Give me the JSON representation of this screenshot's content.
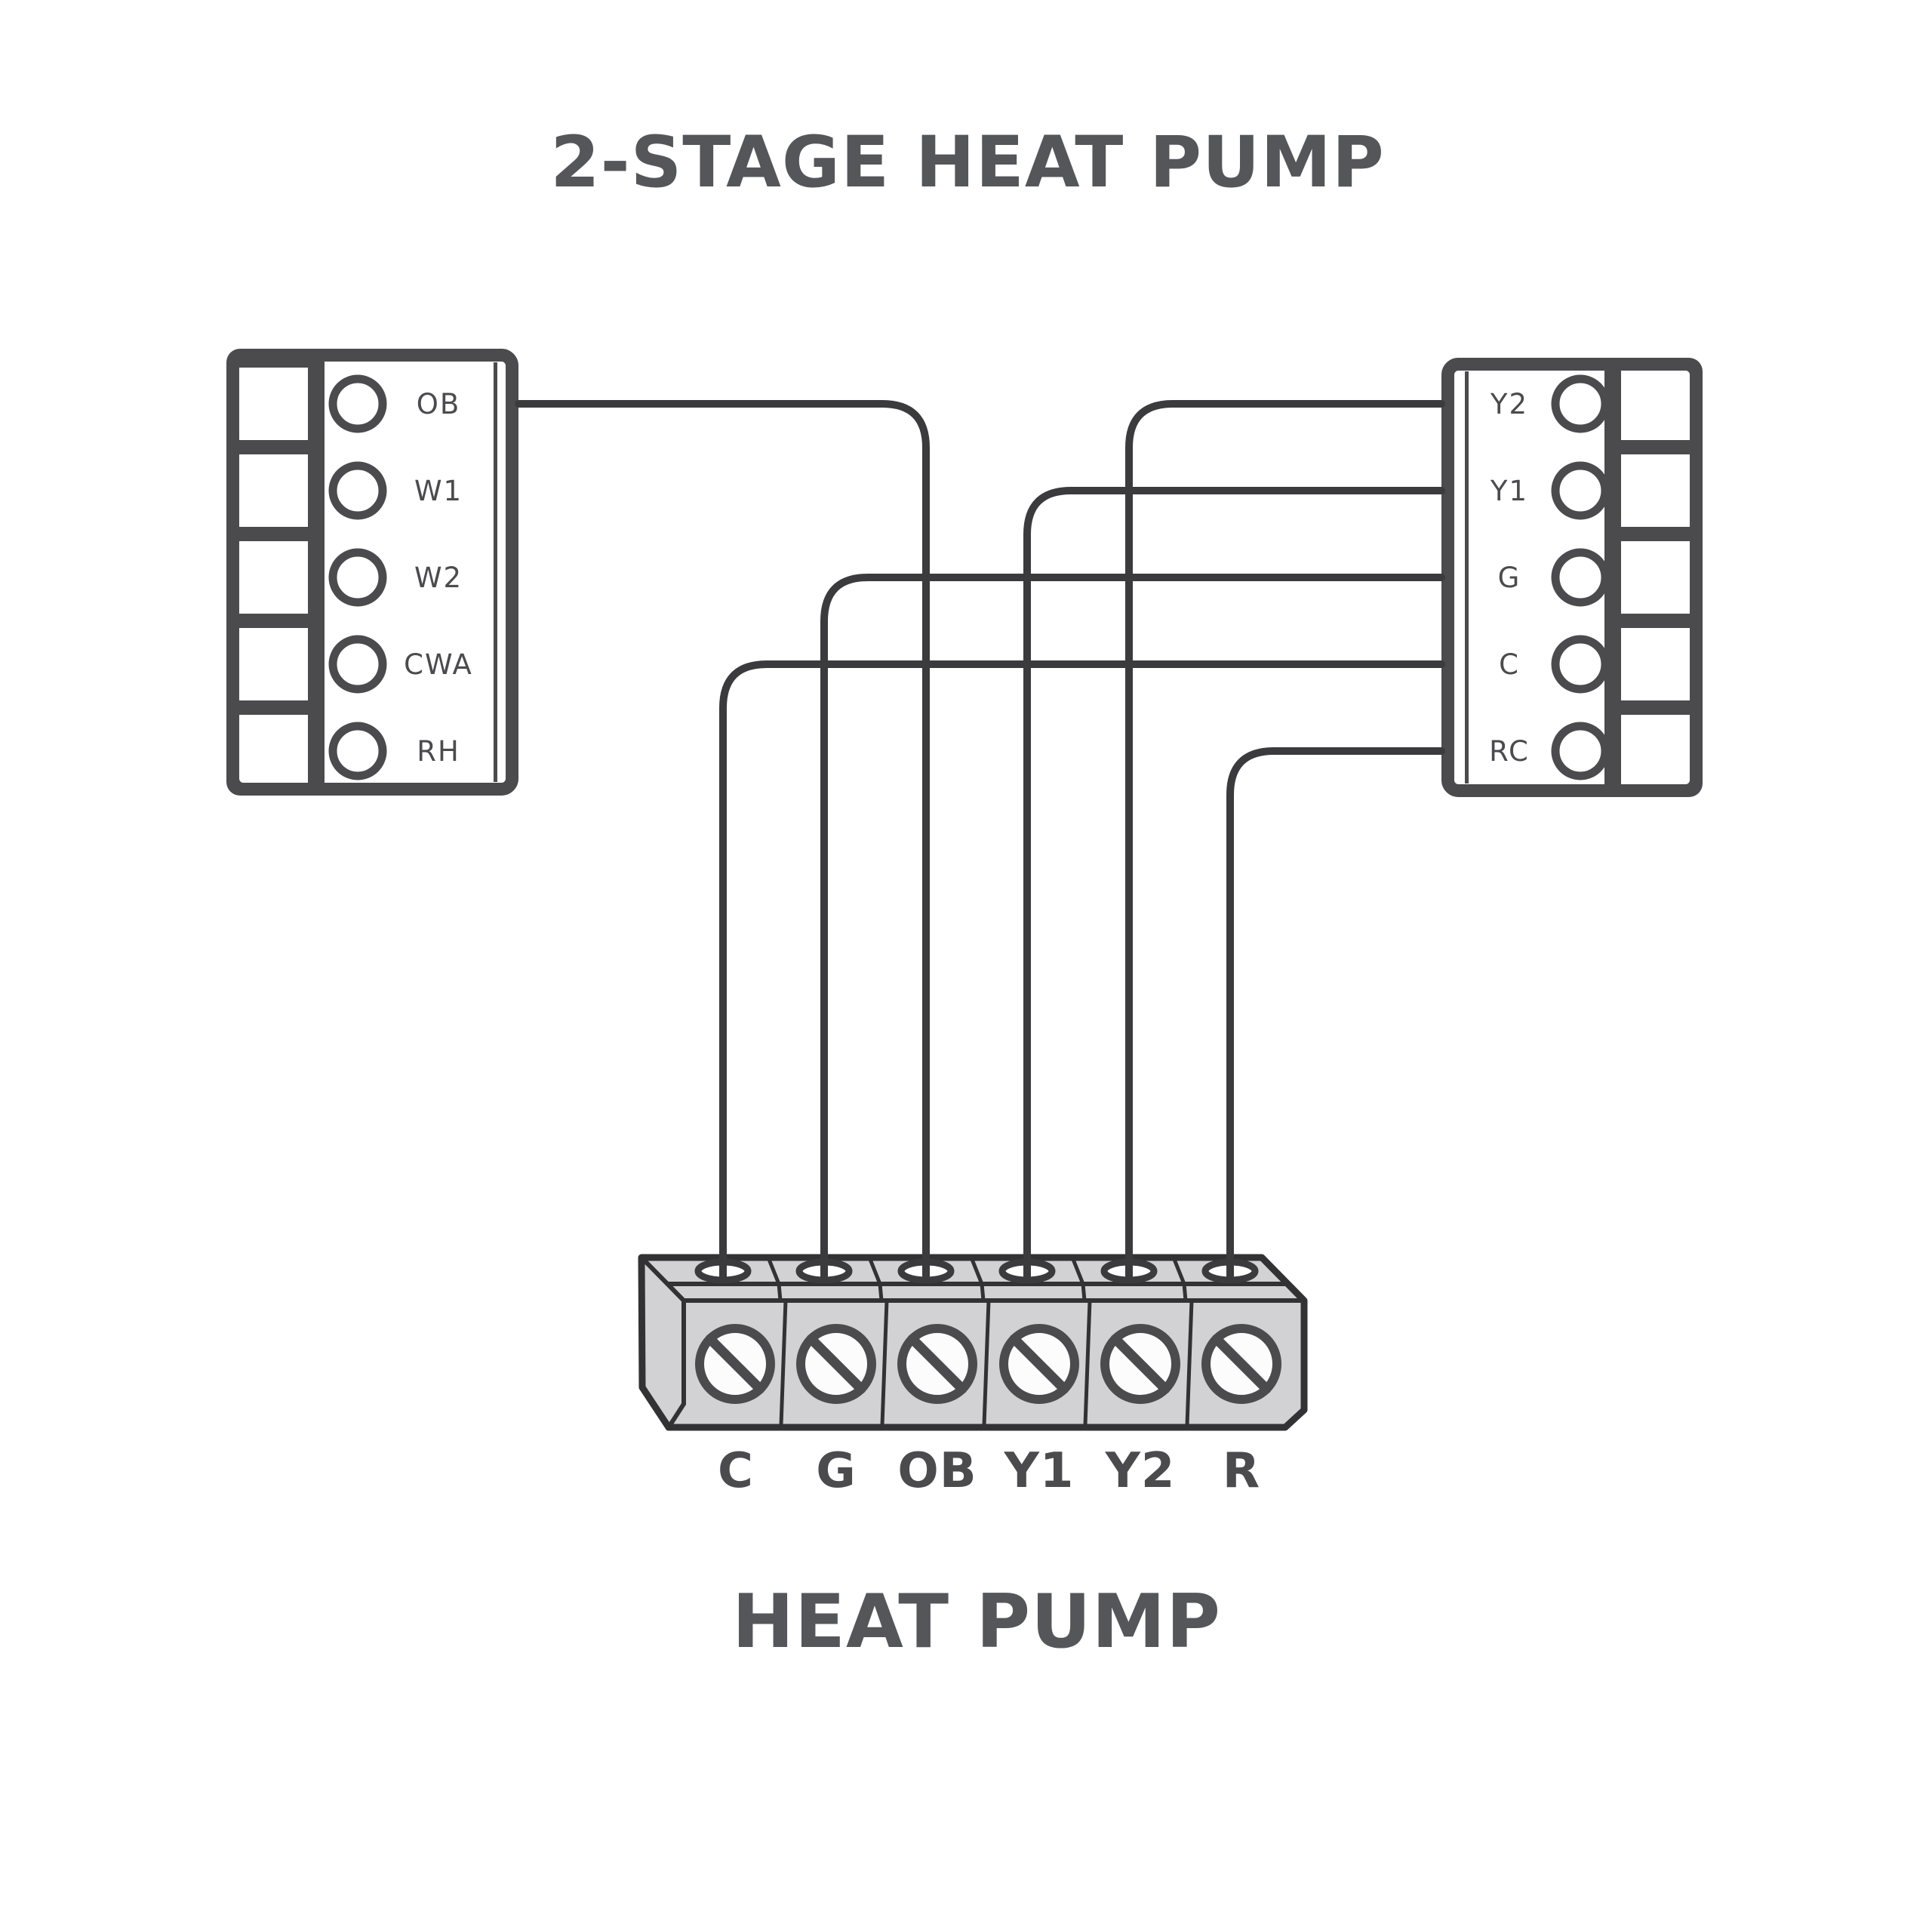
{
  "title": "2-STAGE HEAT PUMP",
  "caption": "HEAT PUMP",
  "left_block": {
    "description": "thermostat left terminal block",
    "labels": [
      "OB",
      "W1",
      "W2",
      "CWA",
      "RH"
    ]
  },
  "right_block": {
    "description": "thermostat right terminal block",
    "labels": [
      "Y2",
      "Y1",
      "G",
      "C",
      "RC"
    ]
  },
  "strip": {
    "description": "heat pump screw terminal strip",
    "labels": [
      "C",
      "G",
      "OB",
      "Y1",
      "Y2",
      "R"
    ]
  },
  "connections": [
    {
      "from": "left block OB",
      "to": "heat pump OB"
    },
    {
      "from": "right block Y2",
      "to": "heat pump Y2"
    },
    {
      "from": "right block Y1",
      "to": "heat pump Y1"
    },
    {
      "from": "right block G",
      "to": "heat pump G"
    },
    {
      "from": "right block C",
      "to": "heat pump C"
    },
    {
      "from": "right block RC",
      "to": "heat pump R"
    }
  ],
  "colors": {
    "ink": "#4b4b4e",
    "wire": "#3b3b3e",
    "strip-line": "#323235",
    "strip-fill": "#d2d2d4",
    "screw-white": "#fcfcfc",
    "title": "#54565a",
    "bg": "#ffffff"
  }
}
